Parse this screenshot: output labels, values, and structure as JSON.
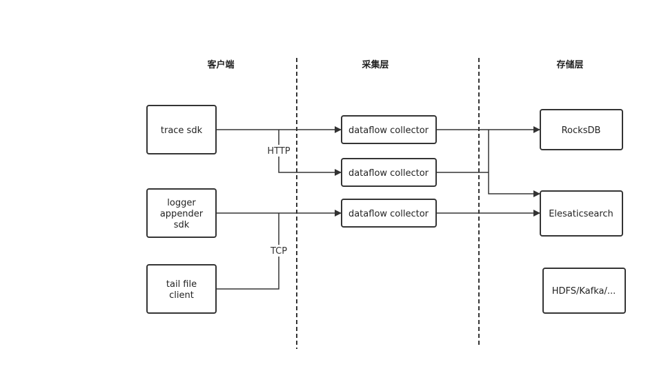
{
  "layers": {
    "client": "客户端",
    "collect": "采集层",
    "storage": "存储层"
  },
  "nodes": {
    "trace_sdk": [
      "trace sdk"
    ],
    "logger_appender_sdk": [
      "logger",
      "appender",
      "sdk"
    ],
    "tail_file_client": [
      "tail file",
      "client"
    ],
    "collector_1": [
      "dataflow collector"
    ],
    "collector_2": [
      "dataflow collector"
    ],
    "collector_3": [
      "dataflow collector"
    ],
    "rocksdb": [
      "RocksDB"
    ],
    "elasticsearch": [
      "Elesaticsearch"
    ],
    "hdfs_kafka": [
      "HDFS/Kafka/..."
    ]
  },
  "edge_labels": {
    "http": "HTTP",
    "tcp": "TCP"
  },
  "colors": {
    "stroke": "#333333",
    "background": "#ffffff"
  }
}
